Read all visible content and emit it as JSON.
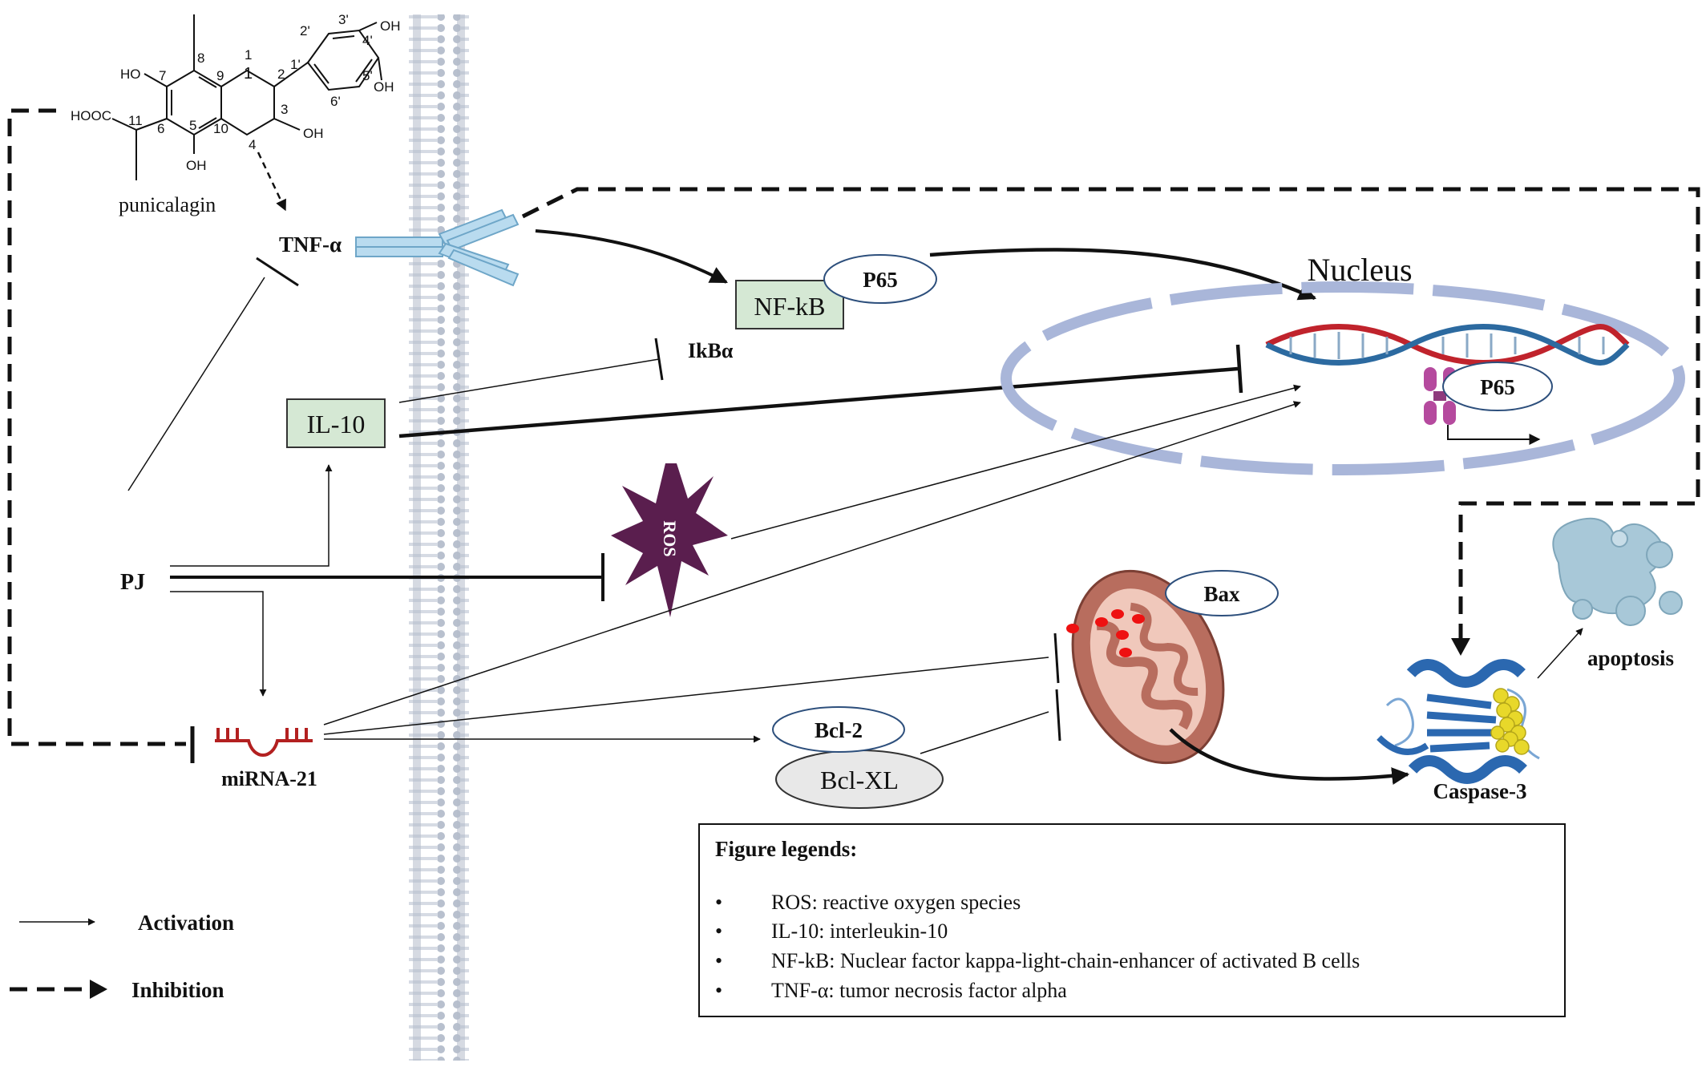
{
  "molecule": {
    "name": "punicalagin",
    "atom_numbers": [
      "1",
      "2",
      "3",
      "4",
      "5",
      "6",
      "7",
      "8",
      "9",
      "10",
      "11",
      "1'",
      "2'",
      "3'",
      "4'",
      "5'",
      "6'"
    ],
    "groups": {
      "oh": "OH",
      "ho": "HO",
      "hooc": "HOOC"
    }
  },
  "labels": {
    "tnf": "TNF-α",
    "nfkb": "NF-kB",
    "p65": "P65",
    "ikba": "IkBα",
    "il10": "IL-10",
    "nucleus": "Nucleus",
    "ros": "ROS",
    "pj": "PJ",
    "mirna": "miRNA-21",
    "bcl2": "Bcl-2",
    "bclxl": "Bcl-XL",
    "bax": "Bax",
    "caspase": "Caspase-3",
    "apoptosis": "apoptosis"
  },
  "key": {
    "activation": "Activation",
    "inhibition": "Inhibition"
  },
  "figure_legends": {
    "title": "Figure legends:",
    "items": [
      "ROS: reactive oxygen species",
      "IL-10: interleukin-10",
      "NF-kB: Nuclear factor kappa-light-chain-enhancer of activated B cells",
      "TNF-α: tumor necrosis factor alpha"
    ]
  },
  "colors": {
    "box_green": "#d5e8d4",
    "ellipse_stroke": "#2d4f7c",
    "membrane": "#c5ccd8",
    "nucleus": "#a9b6d9",
    "dna_red": "#c0232c",
    "dna_blue": "#2c6aa0",
    "ros": "#5a1e4e",
    "mirna": "#b32020",
    "mito": "#b86d5e",
    "protein_blue": "#2b68b0",
    "protein_yellow": "#e8d82a",
    "apoptotic_cell": "#a8c8d8"
  }
}
